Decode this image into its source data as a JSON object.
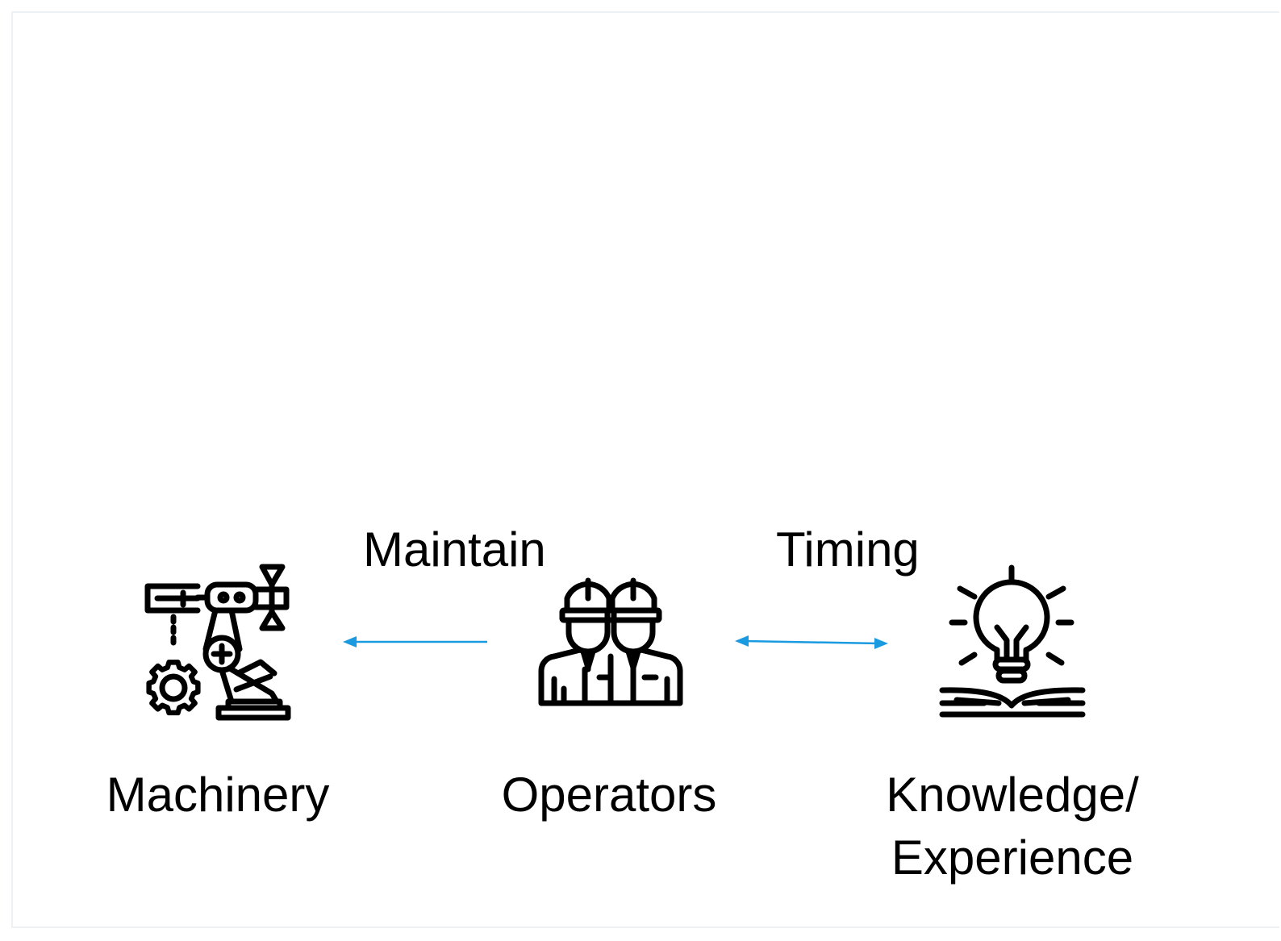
{
  "nodes": {
    "machinery": {
      "label": "Machinery",
      "icon": "robot-arm-gear-icon"
    },
    "operators": {
      "label": "Operators",
      "icon": "two-workers-hardhat-icon"
    },
    "knowledge": {
      "label_line1": "Knowledge/",
      "label_line2": "Experience",
      "icon": "lightbulb-book-icon"
    }
  },
  "edges": {
    "maintain": {
      "label": "Maintain",
      "from": "operators",
      "to": "machinery",
      "direction": "one-way"
    },
    "timing": {
      "label": "Timing",
      "from": "operators",
      "to": "knowledge",
      "direction": "two-way"
    }
  },
  "colors": {
    "arrow": "#1a9ae0",
    "icon": "#000000",
    "frame": "#edf1f3"
  }
}
